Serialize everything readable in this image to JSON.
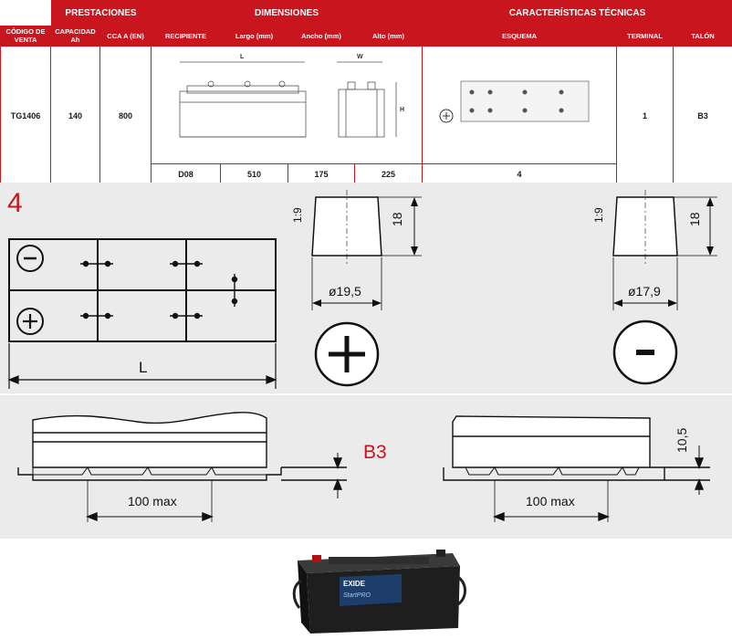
{
  "header": {
    "col_group_1": "PRESTACIONES",
    "col_group_2": "DIMENSIONES",
    "col_group_3": "CARACTERÍSTICAS TÉCNICAS"
  },
  "subheader": {
    "codigo": "CÓDIGO DE VENTA",
    "capacidad": "CAPACIDAD Ah",
    "cca": "CCA A (EN)",
    "recipiente": "RECIPIENTE",
    "largo": "Largo (mm)",
    "ancho": "Ancho (mm)",
    "alto": "Alto (mm)",
    "esquema": "ESQUEMA",
    "terminal": "TERMINAL",
    "talon": "TALÓN"
  },
  "row": {
    "codigo": "TG1406",
    "capacidad": "140",
    "cca": "800",
    "recipiente": "D08",
    "largo": "510",
    "ancho": "175",
    "alto": "225",
    "esquema": "4",
    "terminal": "1",
    "talon": "B3"
  },
  "mini_diagram": {
    "l_label": "L",
    "w_label": "W",
    "h_label": "H"
  },
  "schematic": {
    "scheme_number": "4",
    "length_label": "L",
    "terminal_height_left": "1:9",
    "terminal_height_right": "1:9",
    "dim_18_left": "18",
    "dim_18_right": "18",
    "pos_diameter": "ø19,5",
    "neg_diameter": "ø17,9",
    "foot_label": "B3",
    "foot_height": "10,5",
    "foot_left_span": "100 max",
    "foot_right_span": "100 max"
  },
  "photo": {
    "brand": "EXIDE",
    "model": "StartPRO"
  },
  "colors": {
    "brand_red": "#c9151e",
    "panel_grey": "#ebebeb",
    "b3_red": "#c9151e"
  }
}
